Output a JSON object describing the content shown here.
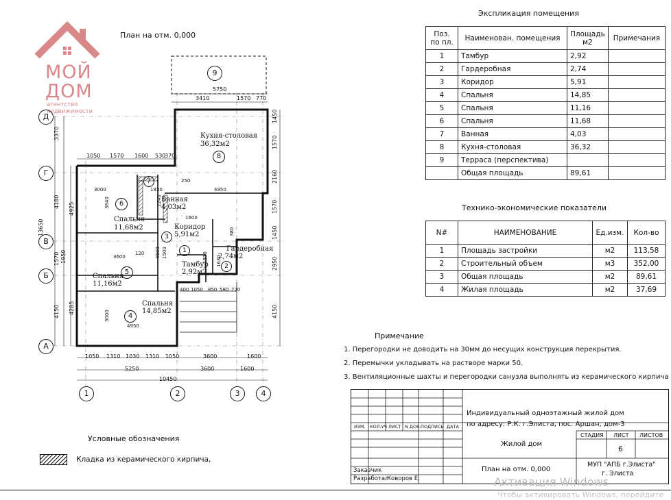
{
  "logo": {
    "line1": "МОЙ",
    "line2": "ДОМ",
    "tagline": "агентство недвижимости"
  },
  "plan_title": "План на отм. 0,000",
  "rooms_on_plan": [
    {
      "num": "1",
      "name": "Тамбур",
      "area": "2,92м2"
    },
    {
      "num": "2",
      "name": "Гардеробная",
      "area": "2,74м2"
    },
    {
      "num": "3",
      "name": "Коридор",
      "area": "5,91м2"
    },
    {
      "num": "4",
      "name": "Спальня",
      "area": "14,85м2"
    },
    {
      "num": "5",
      "name": "Спальня",
      "area": "11,16м2"
    },
    {
      "num": "6",
      "name": "Спальня",
      "area": "11,68м2"
    },
    {
      "num": "7",
      "name": "Ванная",
      "area": "4,03м2"
    },
    {
      "num": "8",
      "name": "Кухня-столовая",
      "area": "36,32м2"
    },
    {
      "num": "9"
    }
  ],
  "axes": {
    "rows": [
      "Д",
      "Г",
      "В",
      "Б",
      "А"
    ],
    "cols": [
      "1",
      "2",
      "3",
      "4"
    ]
  },
  "dims": {
    "top": [
      "5750",
      "3410",
      "1570",
      "770"
    ],
    "top2": [
      "1050",
      "1570",
      "1600",
      "530",
      "370"
    ],
    "bottom1": [
      "1050",
      "1310",
      "1030",
      "1310",
      "1050",
      "3600",
      "1600"
    ],
    "bottom2": [
      "5250",
      "3600",
      "1600"
    ],
    "total": "10450",
    "left1": [
      "3370",
      "4180",
      "1570",
      "1950",
      "4150"
    ],
    "left2": [
      "13650",
      "4925",
      "4285"
    ],
    "right": [
      "1450",
      "1570",
      "2160",
      "1570",
      "1450",
      "2950",
      "4150"
    ],
    "inner": [
      "3000",
      "3640",
      "3600",
      "4950",
      "3000",
      "4950",
      "1600",
      "400",
      "1050",
      "850",
      "580",
      "770",
      "2240",
      "1830",
      "1630",
      "1830",
      "380",
      "250",
      "120",
      "1500",
      "4500"
    ]
  },
  "explication": {
    "title": "Экспликация помещения",
    "headers": [
      "Поз. по пл.",
      "Наименован. помещения",
      "Площадь м2",
      "Примечания"
    ],
    "rows": [
      [
        "1",
        "Тамбур",
        "2,92",
        ""
      ],
      [
        "2",
        "Гардеробная",
        "2,74",
        ""
      ],
      [
        "3",
        "Коридор",
        "5,91",
        ""
      ],
      [
        "4",
        "Спальня",
        "14,85",
        ""
      ],
      [
        "5",
        "Спальня",
        "11,16",
        ""
      ],
      [
        "6",
        "Спальня",
        "11,68",
        ""
      ],
      [
        "7",
        "Ванная",
        "4,03",
        ""
      ],
      [
        "8",
        "Кухня-столовая",
        "36,32",
        ""
      ],
      [
        "9",
        "Терраса (перспектива)",
        "",
        ""
      ],
      [
        "",
        "Общая площадь",
        "89,61",
        ""
      ]
    ]
  },
  "tep": {
    "title": "Технико-экономические показатели",
    "headers": [
      "N#",
      "НАИМЕНОВАНИЕ",
      "Ед.изм.",
      "Кол-во"
    ],
    "rows": [
      [
        "1",
        "Площадь застройки",
        "м2",
        "113,58"
      ],
      [
        "2",
        "Строительный объем",
        "м3",
        "352,00"
      ],
      [
        "3",
        "Общая площадь",
        "м2",
        "89,61"
      ],
      [
        "4",
        "Жилая площадь",
        "м2",
        "37,69"
      ]
    ]
  },
  "notes": {
    "title": "Примечание",
    "items": [
      "1. Перегородки не доводить на 30мм до несущих конструкция перекрытия.",
      "2. Перемычки укладывать на растворе марки 50.",
      "3. Вентиляционные шахты и перегородки санузла выполнять из керамического кирпича"
    ]
  },
  "legend": {
    "title": "Условные обозначения",
    "item": "Кладка из керамического кирпича,"
  },
  "stamp": {
    "project": "Индивидуальный одноэтажный жилой дом",
    "address": "по адресу: Р.К. г.Элиста, пос. Аршан, дом-3",
    "cols": [
      "ИЗМ.",
      "КОЛ.УЧ",
      "ЛИСТ",
      "N ДОК.",
      "ПОДПИСЬ",
      "ДАТА"
    ],
    "object": "Жилой дом",
    "stage_hdr": "СТАДИЯ",
    "sheet_hdr": "ЛИСТ",
    "sheets_hdr": "ЛИСТОВ",
    "sheet": "6",
    "customer": "Заказчик",
    "developer": "Разработал",
    "dev_name": "Коворов Е.",
    "drawing": "План на отм. 0,000",
    "org": "МУП \"АПБ г.Элиста\"",
    "city": "г. Элиста"
  },
  "watermark": {
    "line1": "Активация Windows",
    "line2": "Чтобы активировать Windows, перейдите"
  },
  "colors": {
    "logo": "#d9888a",
    "line": "#111111"
  }
}
